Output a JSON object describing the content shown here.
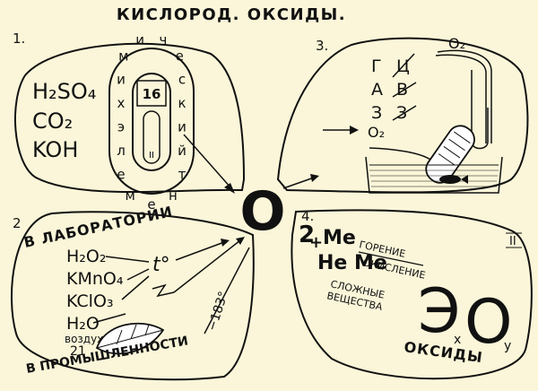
{
  "title": "КИСЛОРОД. ОКСИДЫ.",
  "center": {
    "main": "O",
    "sub": "2"
  },
  "q1": {
    "num": "1.",
    "formulas": [
      "H₂SO₄",
      "CO₂",
      "KOH"
    ],
    "ring_chars": [
      "ч",
      "е",
      "с",
      "к",
      "и",
      "й",
      "т",
      "н",
      "е",
      "м",
      "е",
      "л",
      "э",
      "х",
      "и",
      "м",
      "и"
    ],
    "atomic_number": "16",
    "group": "II"
  },
  "q2": {
    "num": "2",
    "lab": "В ЛАБОРАТОРИИ",
    "reagents": [
      "H₂O₂",
      "KMnO₄",
      "KClO₃",
      "H₂O"
    ],
    "air": "воздух",
    "air_num": "21",
    "heat": "t°",
    "temp": "−183°",
    "industry": "В ПРОМЫШЛЕННОСТИ"
  },
  "q3": {
    "num": "3.",
    "props": [
      "Г",
      "Ц",
      "А",
      "В",
      "З",
      "З"
    ],
    "o2_top": "O₂",
    "o2_mid": "O₂"
  },
  "q4": {
    "num": "4.",
    "plus": "+",
    "me": "Me",
    "neme": "Не Me",
    "labels": [
      "ГОРЕНИЕ",
      "ОКИСЛЕНИЕ",
      "СЛОЖНЫЕ",
      "ВЕЩЕСТВА"
    ],
    "roman": "II",
    "formula_e": "Э",
    "formula_o": "O",
    "sub_x": "x",
    "sub_y": "y",
    "oxides": "ОКСИДЫ"
  }
}
